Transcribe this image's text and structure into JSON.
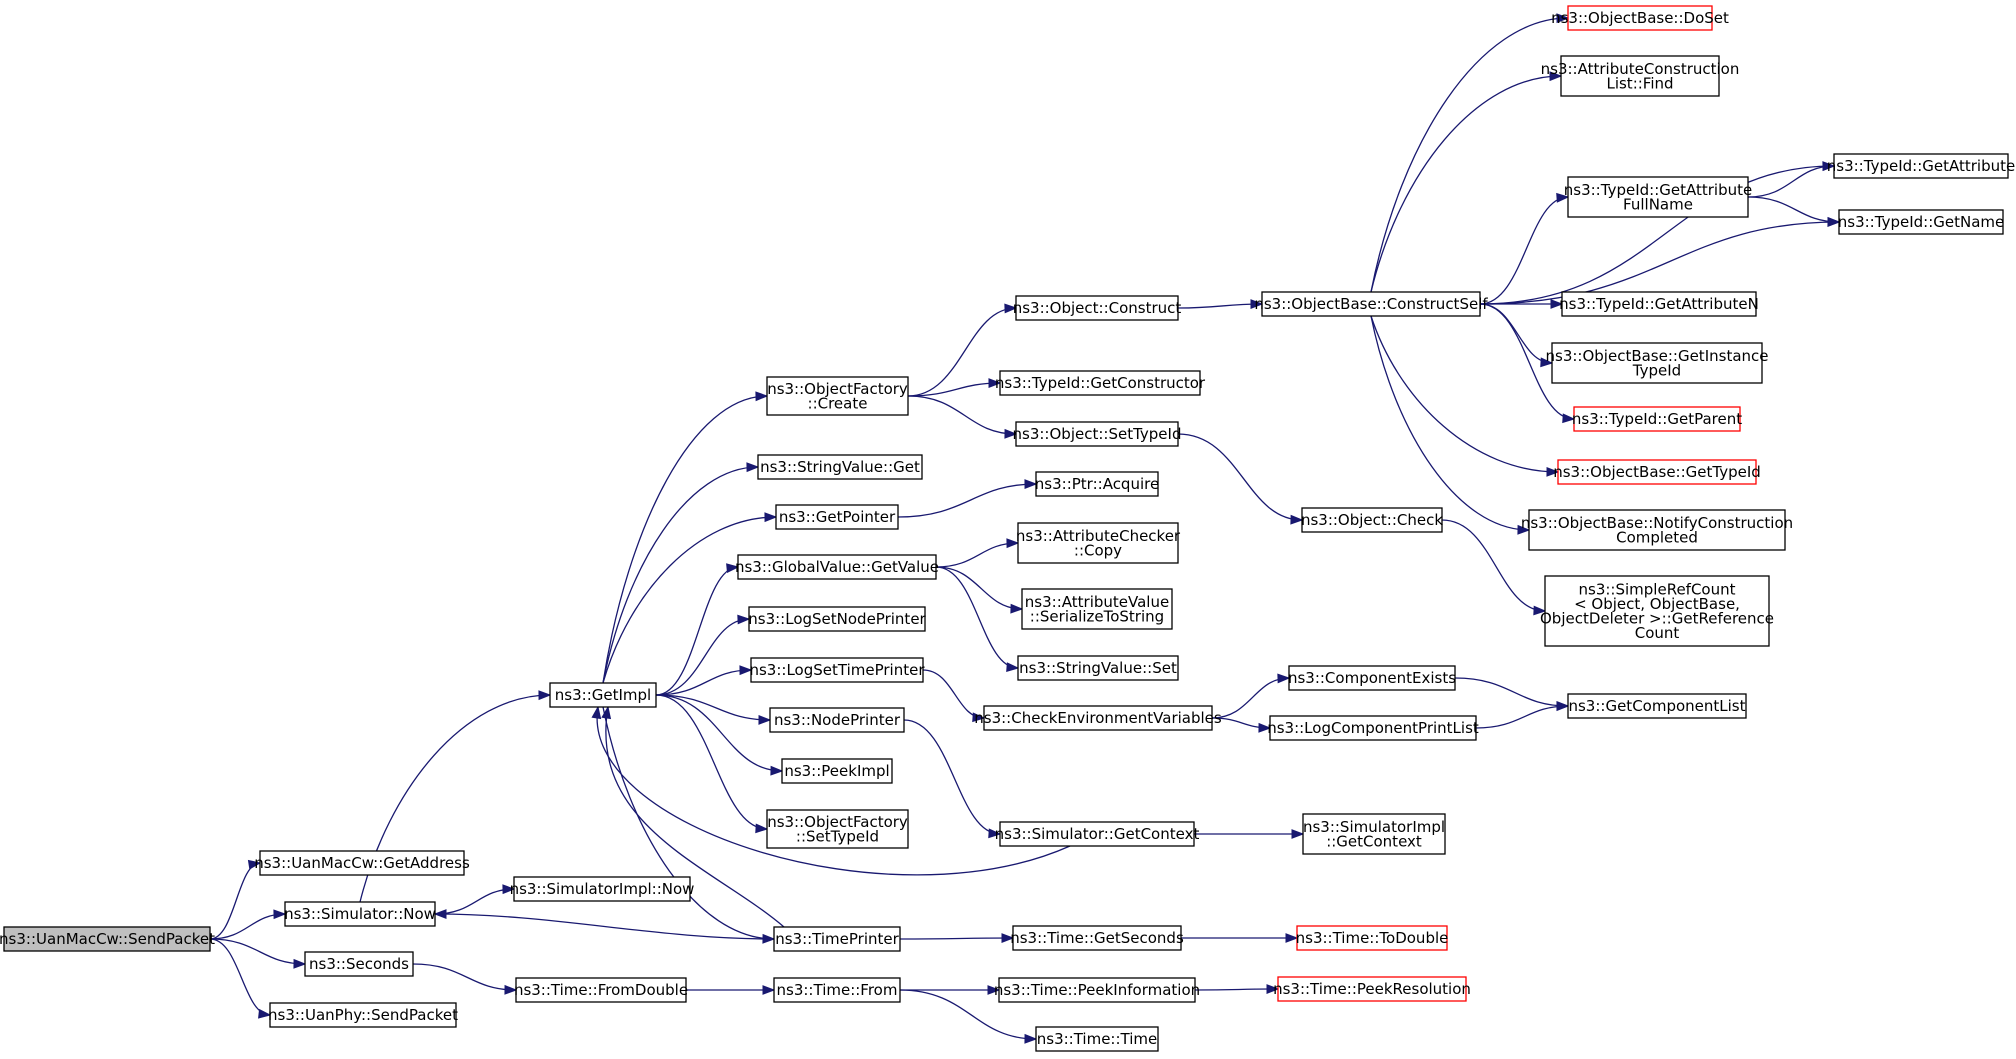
{
  "colors": {
    "edge": "#191970",
    "node_border": "#000000",
    "node_border_link": "#ff0000",
    "node_fill": "#ffffff",
    "root_fill": "#bfbfbf"
  },
  "nodes": {
    "sendpacket": [
      "ns3::UanMacCw::SendPacket"
    ],
    "getaddress": [
      "ns3::UanMacCw::GetAddress"
    ],
    "simnow": [
      "ns3::Simulator::Now"
    ],
    "seconds": [
      "ns3::Seconds"
    ],
    "uanphy": [
      "ns3::UanPhy::SendPacket"
    ],
    "getimpl": [
      "ns3::GetImpl"
    ],
    "simimplnow": [
      "ns3::SimulatorImpl::Now"
    ],
    "fromdouble": [
      "ns3::Time::FromDouble"
    ],
    "objfactcreate": [
      "ns3::ObjectFactory",
      "::Create"
    ],
    "strvalget": [
      "ns3::StringValue::Get"
    ],
    "getpointer": [
      "ns3::GetPointer"
    ],
    "gvgetvalue": [
      "ns3::GlobalValue::GetValue"
    ],
    "lognodeprinter": [
      "ns3::LogSetNodePrinter"
    ],
    "logtimeprinter": [
      "ns3::LogSetTimePrinter"
    ],
    "nodeprinter": [
      "ns3::NodePrinter"
    ],
    "peekimpl": [
      "ns3::PeekImpl"
    ],
    "objfactsettypeid": [
      "ns3::ObjectFactory",
      "::SetTypeId"
    ],
    "timeprinter": [
      "ns3::TimePrinter"
    ],
    "timefrom": [
      "ns3::Time::From"
    ],
    "objconstruct": [
      "ns3::Object::Construct"
    ],
    "getconstructor": [
      "ns3::TypeId::GetConstructor"
    ],
    "objsettypeid": [
      "ns3::Object::SetTypeId"
    ],
    "ptracquire": [
      "ns3::Ptr::Acquire"
    ],
    "attrcheckcopy": [
      "ns3::AttributeChecker",
      "::Copy"
    ],
    "attrvalser": [
      "ns3::AttributeValue",
      "::SerializeToString"
    ],
    "strvalset": [
      "ns3::StringValue::Set"
    ],
    "checkenv": [
      "ns3::CheckEnvironmentVariables"
    ],
    "simgetcontext": [
      "ns3::Simulator::GetContext"
    ],
    "getseconds": [
      "ns3::Time::GetSeconds"
    ],
    "peekinfo": [
      "ns3::Time::PeekInformation"
    ],
    "timetime": [
      "ns3::Time::Time"
    ],
    "constructself": [
      "ns3::ObjectBase::ConstructSelf"
    ],
    "objcheck": [
      "ns3::Object::Check"
    ],
    "compexists": [
      "ns3::ComponentExists"
    ],
    "logcompprint": [
      "ns3::LogComponentPrintList"
    ],
    "simimplctx": [
      "ns3::SimulatorImpl",
      "::GetContext"
    ],
    "todouble": [
      "ns3::Time::ToDouble"
    ],
    "peekres": [
      "ns3::Time::PeekResolution"
    ],
    "doset": [
      "ns3::ObjectBase::DoSet"
    ],
    "acfind": [
      "ns3::AttributeConstruction",
      "List::Find"
    ],
    "getattrfull": [
      "ns3::TypeId::GetAttribute",
      "FullName"
    ],
    "getattrn": [
      "ns3::TypeId::GetAttributeN"
    ],
    "getinsttype": [
      "ns3::ObjectBase::GetInstance",
      "TypeId"
    ],
    "getparent": [
      "ns3::TypeId::GetParent"
    ],
    "obgettypeid": [
      "ns3::ObjectBase::GetTypeId"
    ],
    "notifyconst": [
      "ns3::ObjectBase::NotifyConstruction",
      "Completed"
    ],
    "simplerefcount": [
      "ns3::SimpleRefCount",
      "< Object, ObjectBase,",
      " ObjectDeleter >::GetReference",
      "Count"
    ],
    "getcomplist": [
      "ns3::GetComponentList"
    ],
    "getattribute": [
      "ns3::TypeId::GetAttribute"
    ],
    "getname": [
      "ns3::TypeId::GetName"
    ]
  }
}
